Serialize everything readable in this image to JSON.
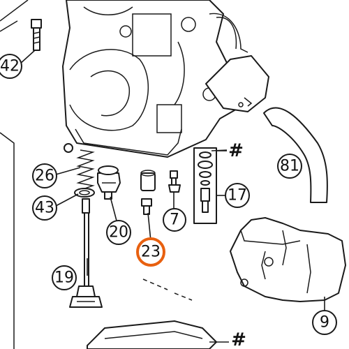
{
  "callouts": {
    "c42": "42",
    "c26": "26",
    "c43": "43",
    "c19": "19",
    "c20": "20",
    "c23": "23",
    "c7": "7",
    "c17": "17",
    "c81": "81",
    "c9": "9"
  },
  "hash_marks": {
    "h1": "#",
    "h2": "#"
  },
  "highlighted_part": "23",
  "colors": {
    "highlight": "#e8600f",
    "line": "#1a1a1a",
    "background": "#ffffff"
  }
}
